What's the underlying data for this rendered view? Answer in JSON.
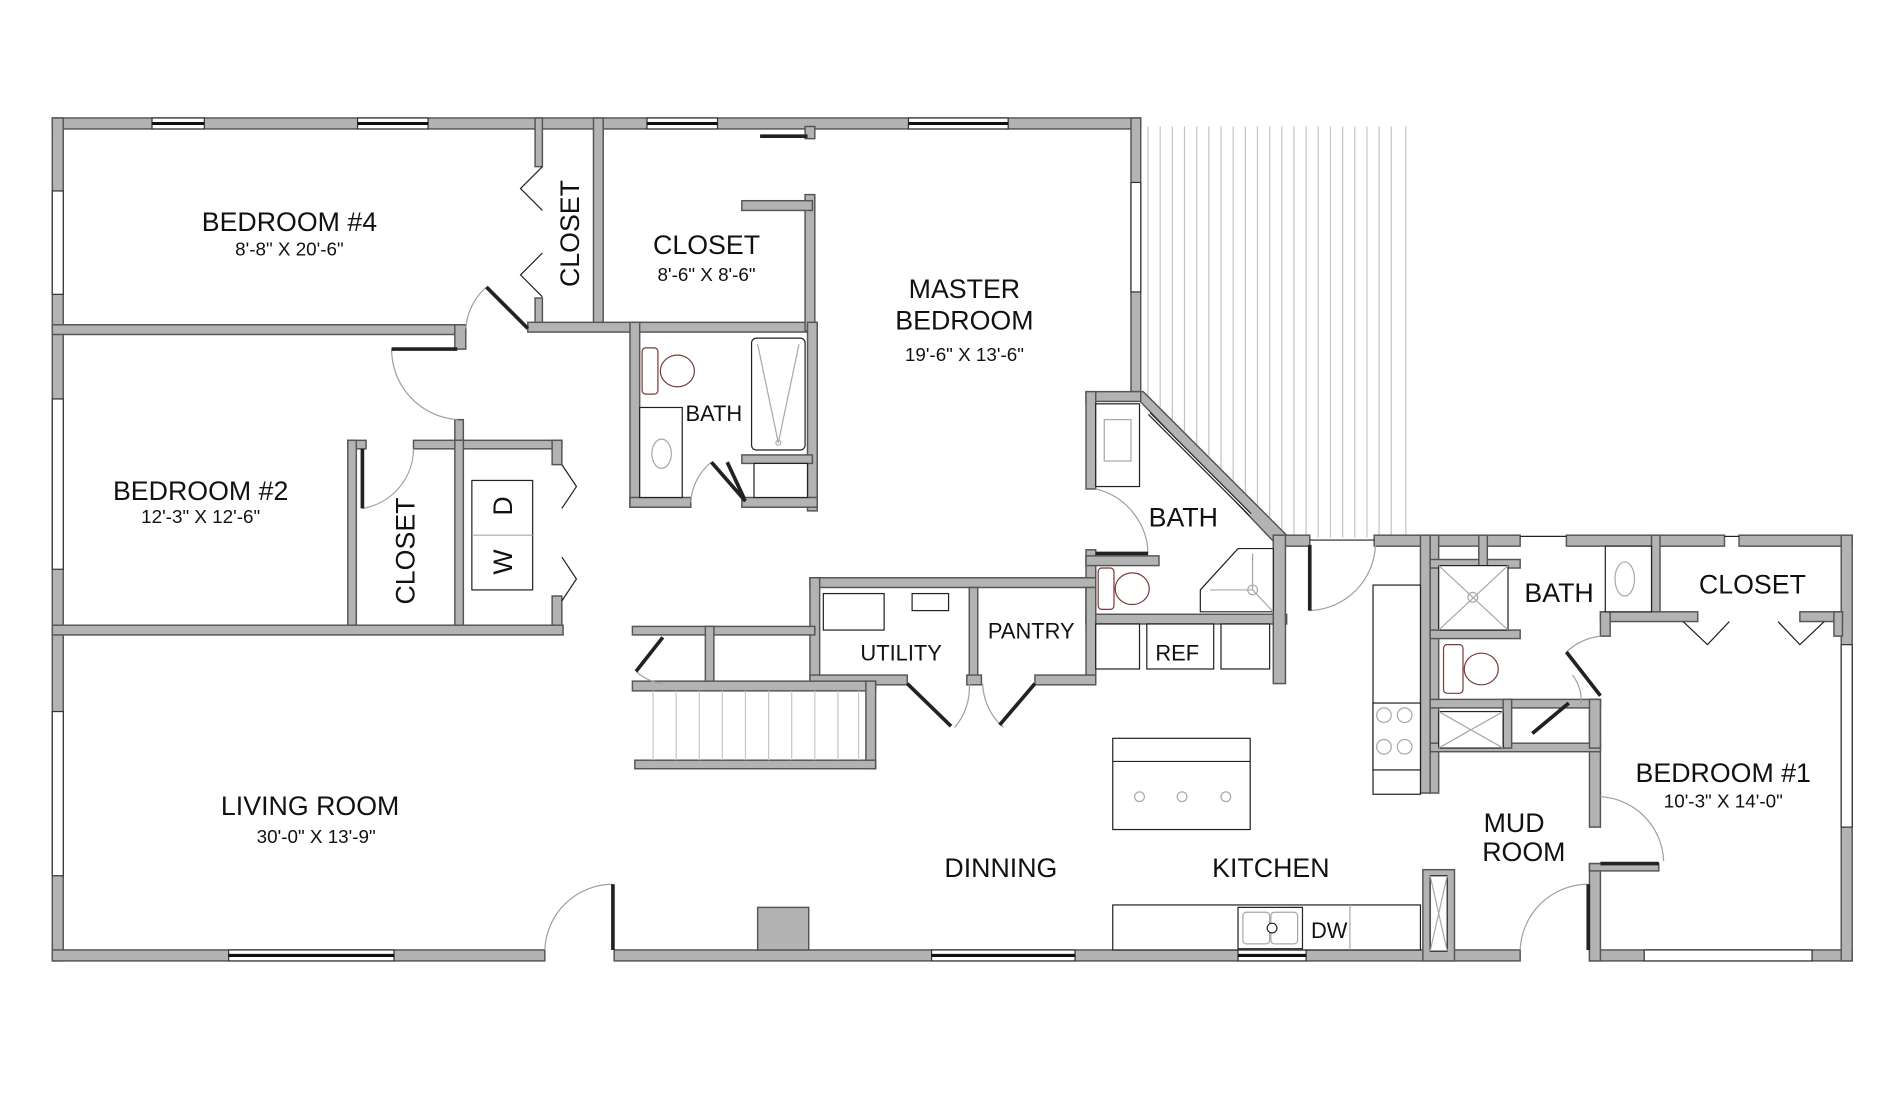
{
  "floor_plan": {
    "rooms": {
      "bedroom4": {
        "name": "BEDROOM #4",
        "dims": "8'-8\" X 20'-6\""
      },
      "closet_b4": {
        "name": "CLOSET"
      },
      "closet_master": {
        "name": "CLOSET",
        "dims": "8'-6\" X 8'-6\""
      },
      "master": {
        "name_line1": "MASTER",
        "name_line2": "BEDROOM",
        "dims": "19'-6\" X 13'-6\""
      },
      "bath_hall": {
        "name": "BATH"
      },
      "bath_master": {
        "name": "BATH"
      },
      "bedroom2": {
        "name": "BEDROOM #2",
        "dims": "12'-3\" X 12'-6\""
      },
      "closet_b2": {
        "name": "CLOSET"
      },
      "laundry": {
        "washer": "W",
        "dryer": "D"
      },
      "utility": {
        "name": "UTILITY"
      },
      "pantry": {
        "name": "PANTRY"
      },
      "ref": {
        "name": "REF"
      },
      "bath_b1": {
        "name": "BATH"
      },
      "closet_b1": {
        "name": "CLOSET"
      },
      "bedroom1": {
        "name": "BEDROOM #1",
        "dims": "10'-3\" X 14'-0\""
      },
      "mud": {
        "name_line1": "MUD",
        "name_line2": "ROOM"
      },
      "living": {
        "name": "LIVING ROOM",
        "dims": "30'-0\" X 13'-9\""
      },
      "dining": {
        "name": "DINNING"
      },
      "kitchen": {
        "name": "KITCHEN"
      },
      "dishwasher": {
        "name": "DW"
      }
    },
    "colors": {
      "wall_fill": "#b3b3b3",
      "wall_stroke": "#555555",
      "toilet_stroke": "#7a3b3b",
      "background": "#ffffff"
    }
  }
}
